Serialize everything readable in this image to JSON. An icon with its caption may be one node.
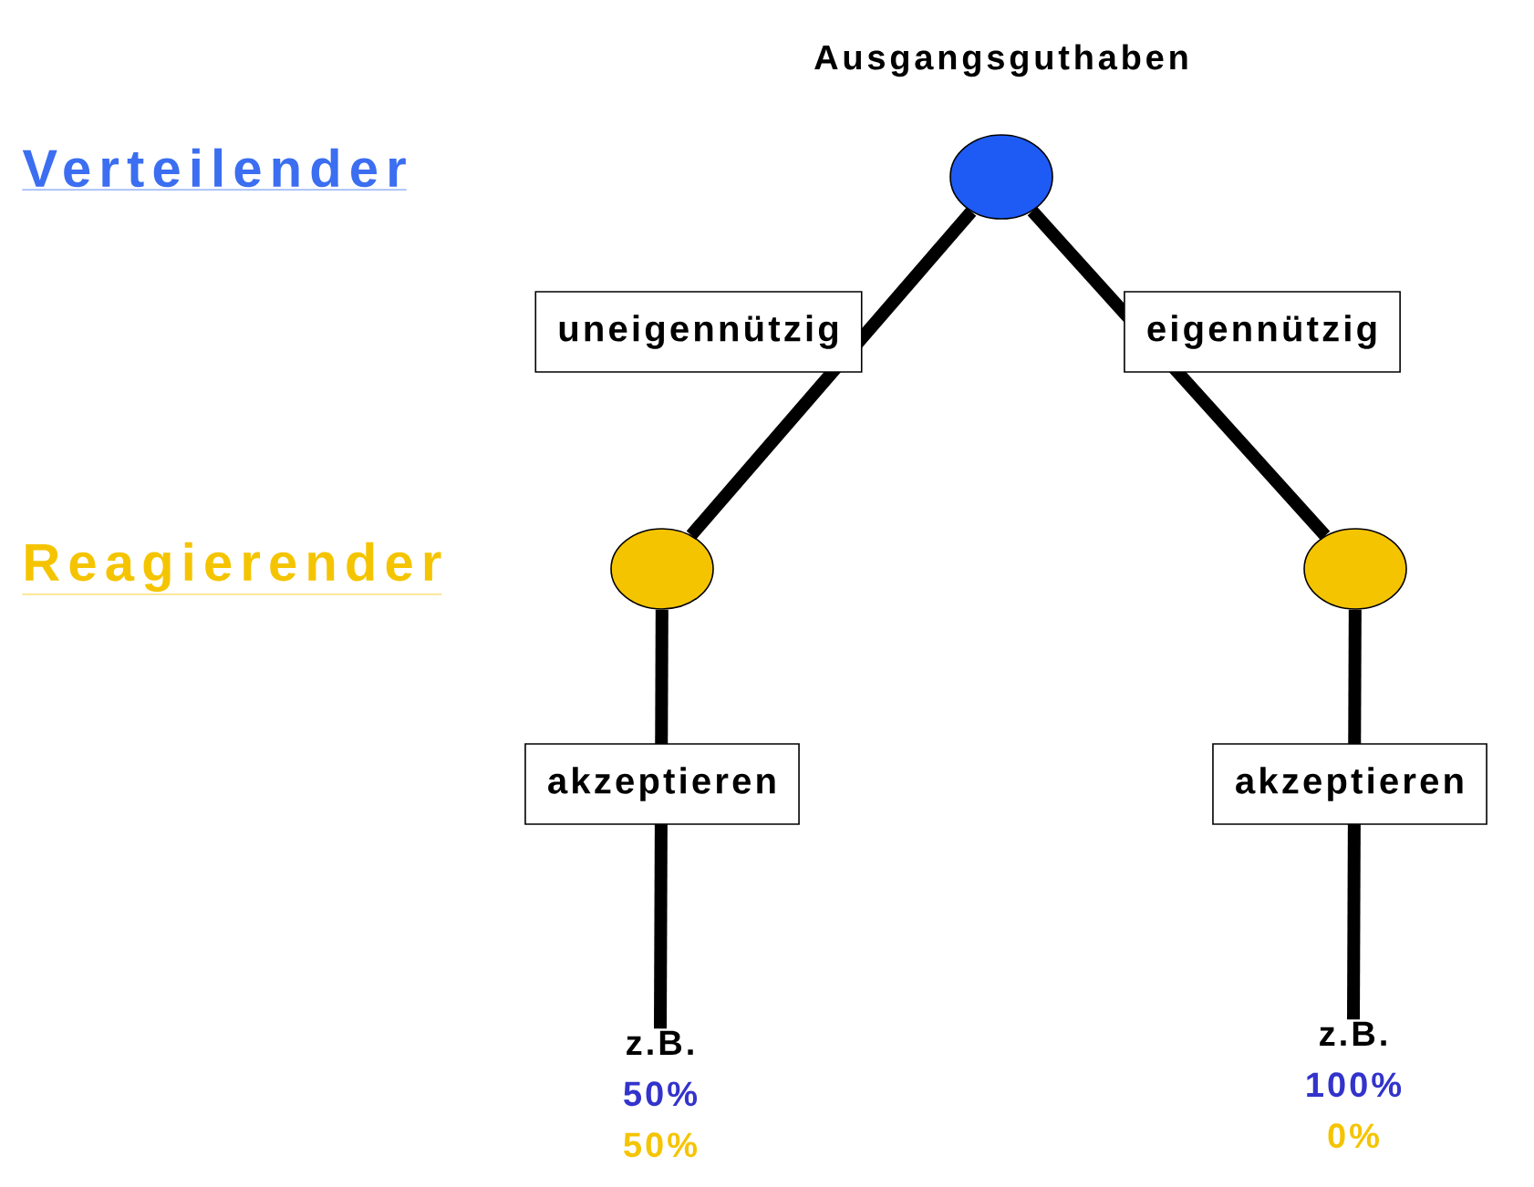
{
  "diagram": {
    "nodes": [
      {
        "text": [],
        "shape": "circle",
        "beside": [
          "Ausgangsguthaben"
        ]
      },
      {
        "text": [],
        "shape": "circle"
      },
      {
        "text": [],
        "shape": "circle"
      },
      {
        "text": [
          "z.B.",
          "50%",
          "50%"
        ]
      },
      {
        "text": [
          "z.B.",
          "100%",
          "0%"
        ]
      }
    ],
    "edges": [
      {
        "from": 0,
        "to": 1,
        "arrow": "none",
        "label": "uneigennützig"
      },
      {
        "from": 0,
        "to": 2,
        "arrow": "none",
        "label": "eigennützig"
      },
      {
        "from": 1,
        "to": 3,
        "arrow": "none",
        "label": "akzeptieren"
      },
      {
        "from": 2,
        "to": 4,
        "arrow": "none",
        "label": "akzeptieren"
      }
    ],
    "labels": [
      "Verteilender",
      "Reagierender"
    ]
  }
}
